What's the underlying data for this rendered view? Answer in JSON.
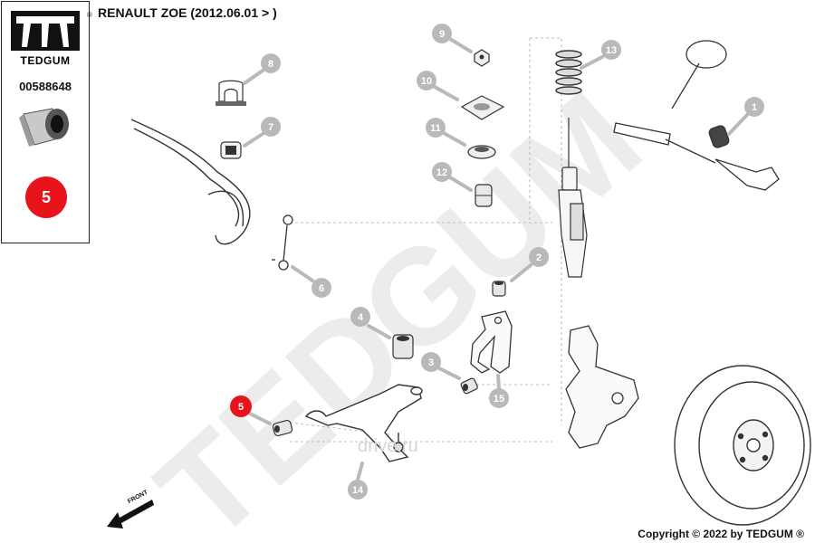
{
  "header": {
    "title": "RENAULT ZOE (2012.06.01 > )"
  },
  "sidebar": {
    "brand": "TEDGUM",
    "registered": "®",
    "part_number": "00588648",
    "highlighted_position": "5"
  },
  "diagram": {
    "watermark": "TEDGUM",
    "watermark_shop": "drive.ru",
    "front_label": "FRONT",
    "callouts": [
      "1",
      "2",
      "3",
      "4",
      "5",
      "6",
      "7",
      "8",
      "9",
      "10",
      "11",
      "12",
      "13",
      "14",
      "15"
    ],
    "highlight_color": "#e8141b",
    "callout_color": "#b9b9b9"
  },
  "footer": {
    "copyright": "Copyright © 2022 by TEDGUM ®"
  }
}
